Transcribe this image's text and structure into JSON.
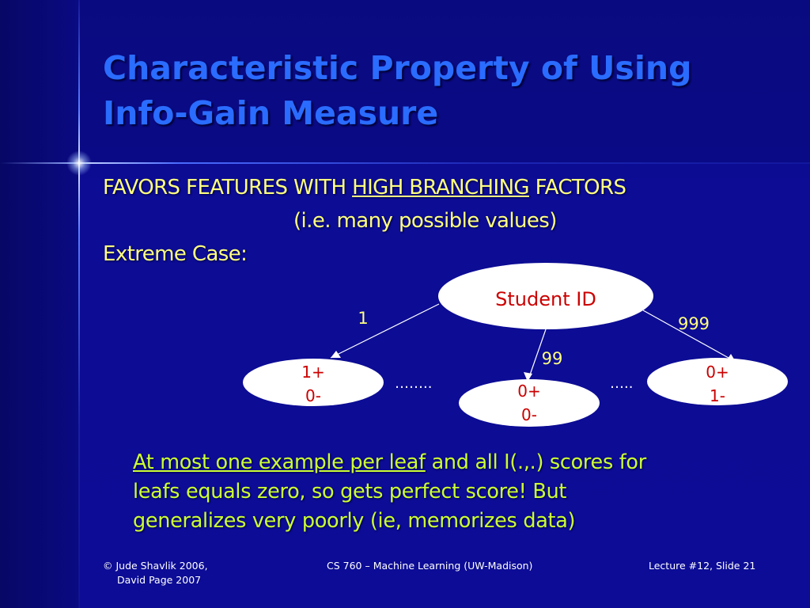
{
  "slide": {
    "title_line1": "Characteristic Property of Using",
    "title_line2": "Info-Gain Measure",
    "line1": {
      "prefix": "FAVORS FEATURES WITH ",
      "underlined": "HIGH BRANCHING",
      "suffix": " FACTORS"
    },
    "line2": "(i.e. many possible values)",
    "line3": "Extreme Case:",
    "diagram": {
      "root_label": "Student ID",
      "edge_labels": [
        "1",
        "99",
        "999"
      ],
      "leaves": [
        {
          "line1": "1+",
          "line2": "0-"
        },
        {
          "line1": "0+",
          "line2": "0-"
        },
        {
          "line1": "0+",
          "line2": "1-"
        }
      ],
      "dots_left": "……..",
      "dots_right": "….."
    },
    "note": {
      "underlined": "At most one example per leaf",
      "rest_line1": " and all I(.,.) scores for",
      "line2": "leafs equals zero, so gets perfect score!  But",
      "line3": "generalizes very poorly (ie, memorizes data)"
    },
    "footer": {
      "left_line1": "© Jude Shavlik 2006,",
      "left_line2": "David Page 2007",
      "center": "CS 760 – Machine Learning (UW-Madison)",
      "right": "Lecture #12, Slide 21"
    }
  },
  "colors": {
    "title": "#2a6cff",
    "body_text": "#ffff80",
    "note_text": "#ccff33",
    "node_label": "#cc0000",
    "background": "#0c0c94"
  }
}
